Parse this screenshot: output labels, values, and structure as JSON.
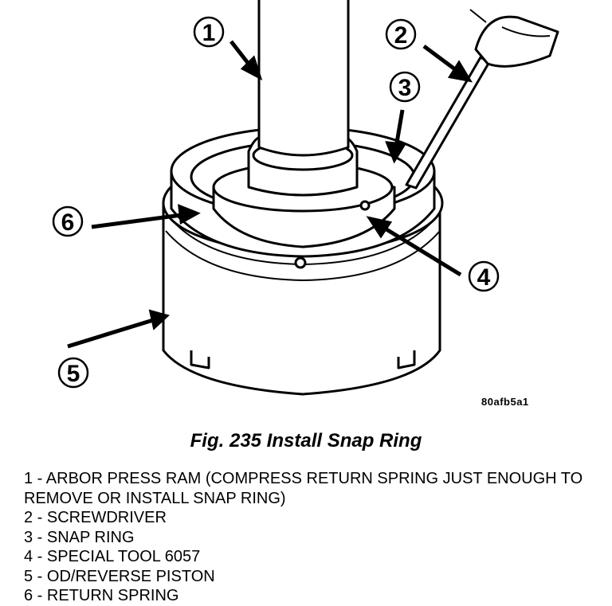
{
  "figure": {
    "code": "80afb5a1",
    "caption": "Fig. 235 Install Snap Ring",
    "callouts": [
      "1",
      "2",
      "3",
      "4",
      "5",
      "6"
    ]
  },
  "legend": [
    "1 - ARBOR PRESS RAM (COMPRESS RETURN SPRING JUST ENOUGH TO REMOVE OR INSTALL SNAP RING)",
    "2 - SCREWDRIVER",
    "3 - SNAP RING",
    "4 - SPECIAL TOOL 6057",
    "5 - OD/REVERSE PISTON",
    "6 - RETURN SPRING"
  ]
}
